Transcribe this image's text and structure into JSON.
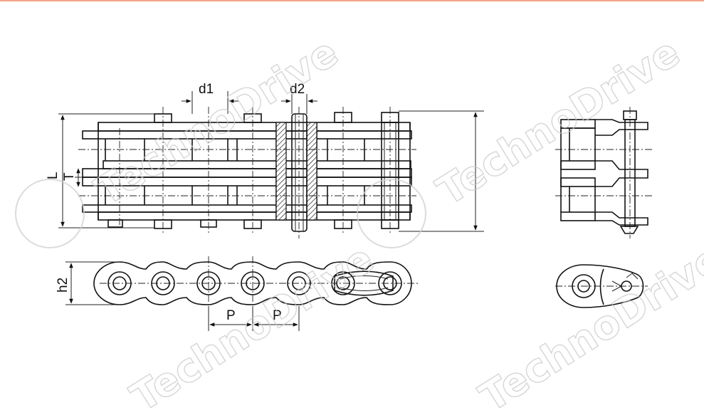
{
  "accent_color": "#f4a58a",
  "labels": {
    "d1": "d1",
    "d2": "d2",
    "L": "L",
    "T": "T",
    "h2": "h2",
    "p1": "P",
    "p2": "P"
  },
  "watermark": {
    "text": "TechnoDrive"
  }
}
